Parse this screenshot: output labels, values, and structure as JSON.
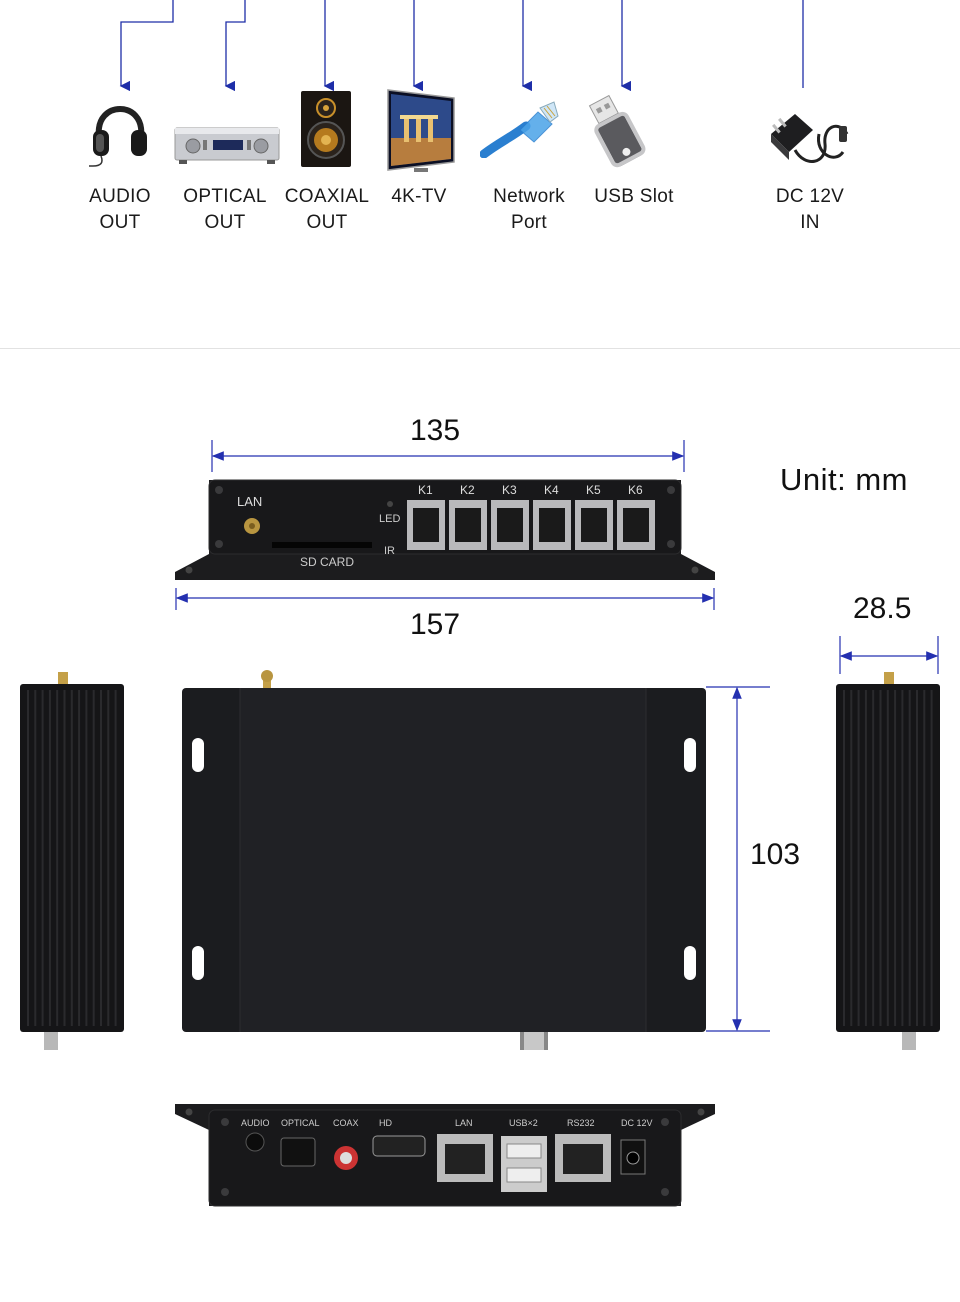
{
  "connectors": [
    {
      "line1": "AUDIO",
      "line2": "OUT",
      "icon": "headphones-icon"
    },
    {
      "line1": "OPTICAL",
      "line2": "OUT",
      "icon": "amplifier-icon"
    },
    {
      "line1": "COAXIAL",
      "line2": "OUT",
      "icon": "speaker-icon"
    },
    {
      "line1": "4K-TV",
      "line2": "",
      "icon": "tv-icon"
    },
    {
      "line1": "Network",
      "line2": "Port",
      "icon": "network-cable-icon"
    },
    {
      "line1": "USB Slot",
      "line2": "",
      "icon": "usb-drive-icon"
    },
    {
      "line1": "DC 12V",
      "line2": "IN",
      "icon": "power-adapter-icon"
    }
  ],
  "dimensions": {
    "inner_width": "135",
    "outer_width": "157",
    "depth": "103",
    "height": "28.5",
    "unit": "Unit: mm"
  },
  "front_panel": {
    "lan": "LAN",
    "sd_card": "SD CARD",
    "led": "LED",
    "ir": "IR",
    "ports": [
      "K1",
      "K2",
      "K3",
      "K4",
      "K5",
      "K6"
    ]
  },
  "back_panel": {
    "labels": [
      "AUDIO",
      "OPTICAL",
      "COAX",
      "HD",
      "LAN",
      "USB×2",
      "RS232",
      "DC 12V"
    ]
  },
  "colors": {
    "arrow_blue": "#1e2ea8",
    "dimension_blue": "#2430b0",
    "device_black": "#1c1c1e"
  }
}
